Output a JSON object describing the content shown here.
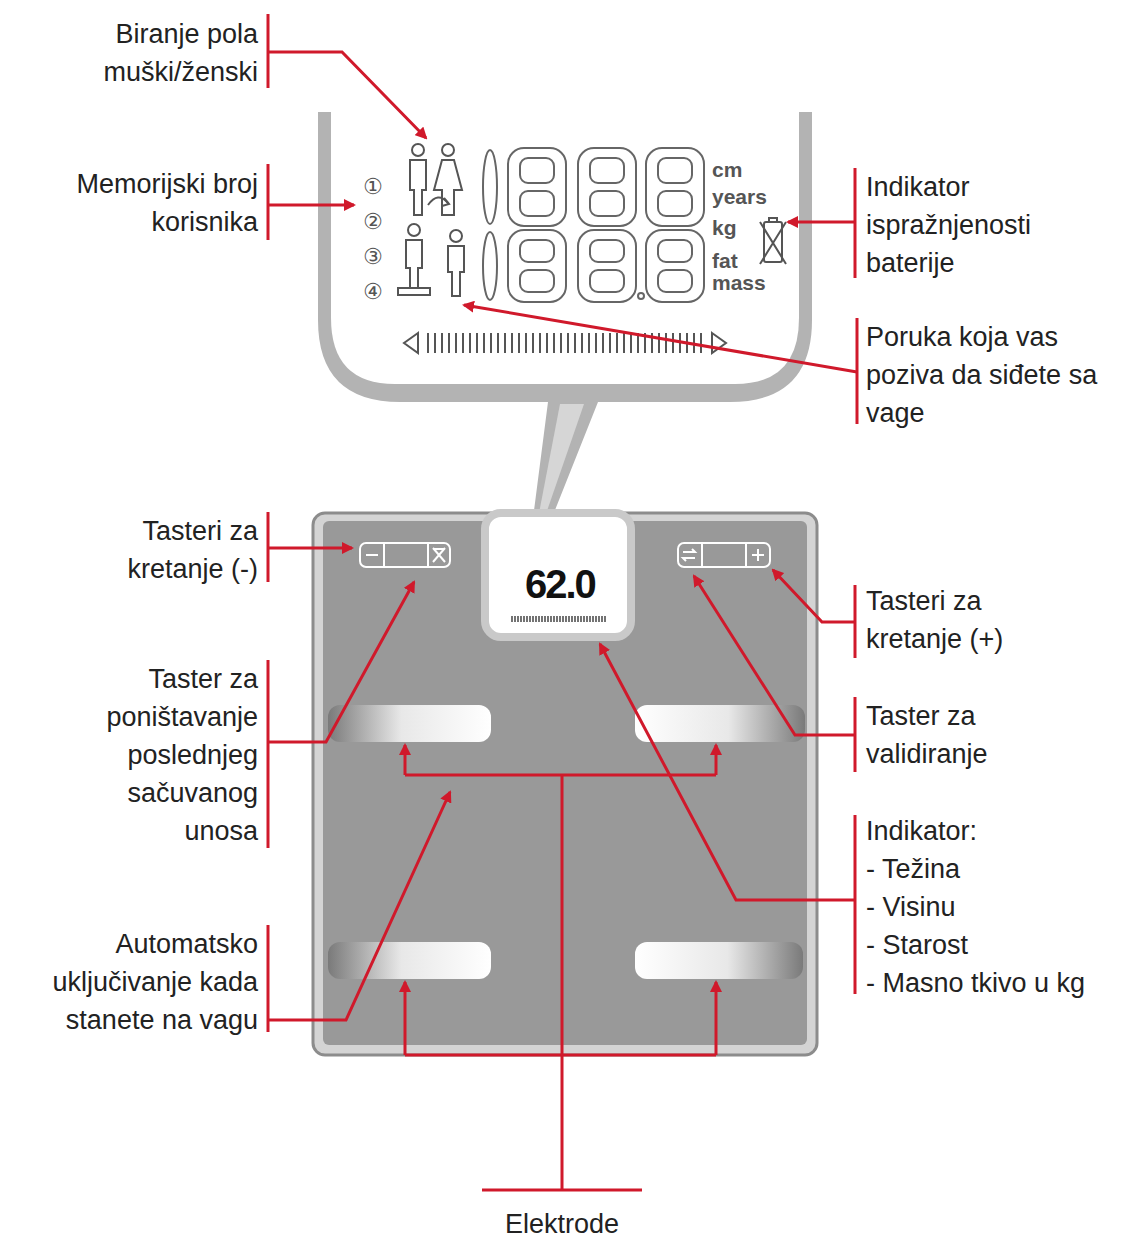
{
  "diagram": {
    "labels": [
      "Biranje pola muški/ženski",
      "Memorijski broj korisnika",
      "Indikator ispražnjenosti baterije",
      "Poruka koja vas poziva da siđete sa vage",
      "Tasteri za kretanje (-)",
      "Taster za poništavanje poslednjeg sačuvanog unosa",
      "Automatsko uključivanje kada stanete na vagu",
      "Tasteri za kretanje (+)",
      "Taster za validiranje",
      "Indikator:",
      "- Težina",
      "- Visinu",
      "- Starost",
      "- Masno tkivo u kg",
      "Elektrode",
      "①",
      "②",
      "③",
      "④",
      "cm",
      "years",
      "kg",
      "fat mass",
      "62.0"
    ]
  }
}
